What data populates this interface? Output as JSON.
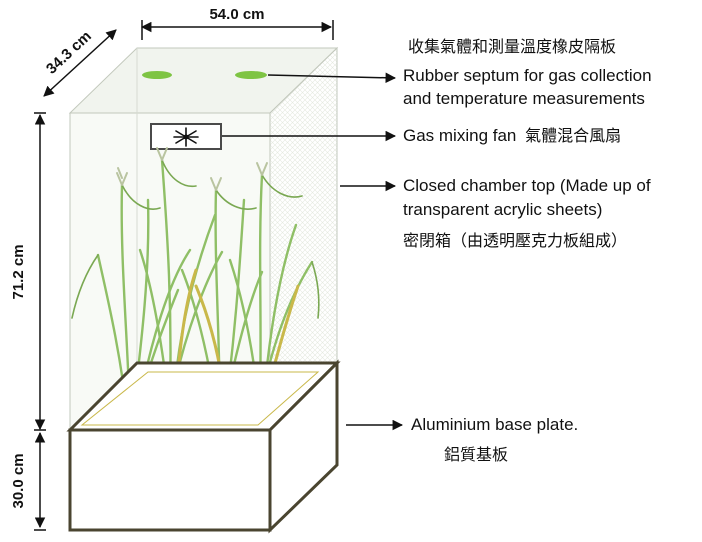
{
  "dimensions": {
    "width": "54.0 cm",
    "depth": "34.3 cm",
    "chamber_height": "71.2 cm",
    "base_height": "30.0 cm"
  },
  "labels": {
    "septum_cn": "收集氣體和測量溫度橡皮隔板",
    "septum_en_1": "Rubber septum for gas collection",
    "septum_en_2": "and temperature measurements",
    "fan_en": "Gas mixing fan",
    "fan_cn": "氣體混合風扇",
    "chamber_en_1": "Closed chamber top (Made up of",
    "chamber_en_2": "transparent acrylic sheets)",
    "chamber_cn": "密閉箱（由透明壓克力板組成）",
    "base_en": "Aluminium base plate.",
    "base_cn": "鋁質基板"
  },
  "colors": {
    "septum": "#7ec443",
    "leaf": "#8fbf66",
    "leaf_yellow": "#c9b84a",
    "frame": "#4a4530"
  }
}
